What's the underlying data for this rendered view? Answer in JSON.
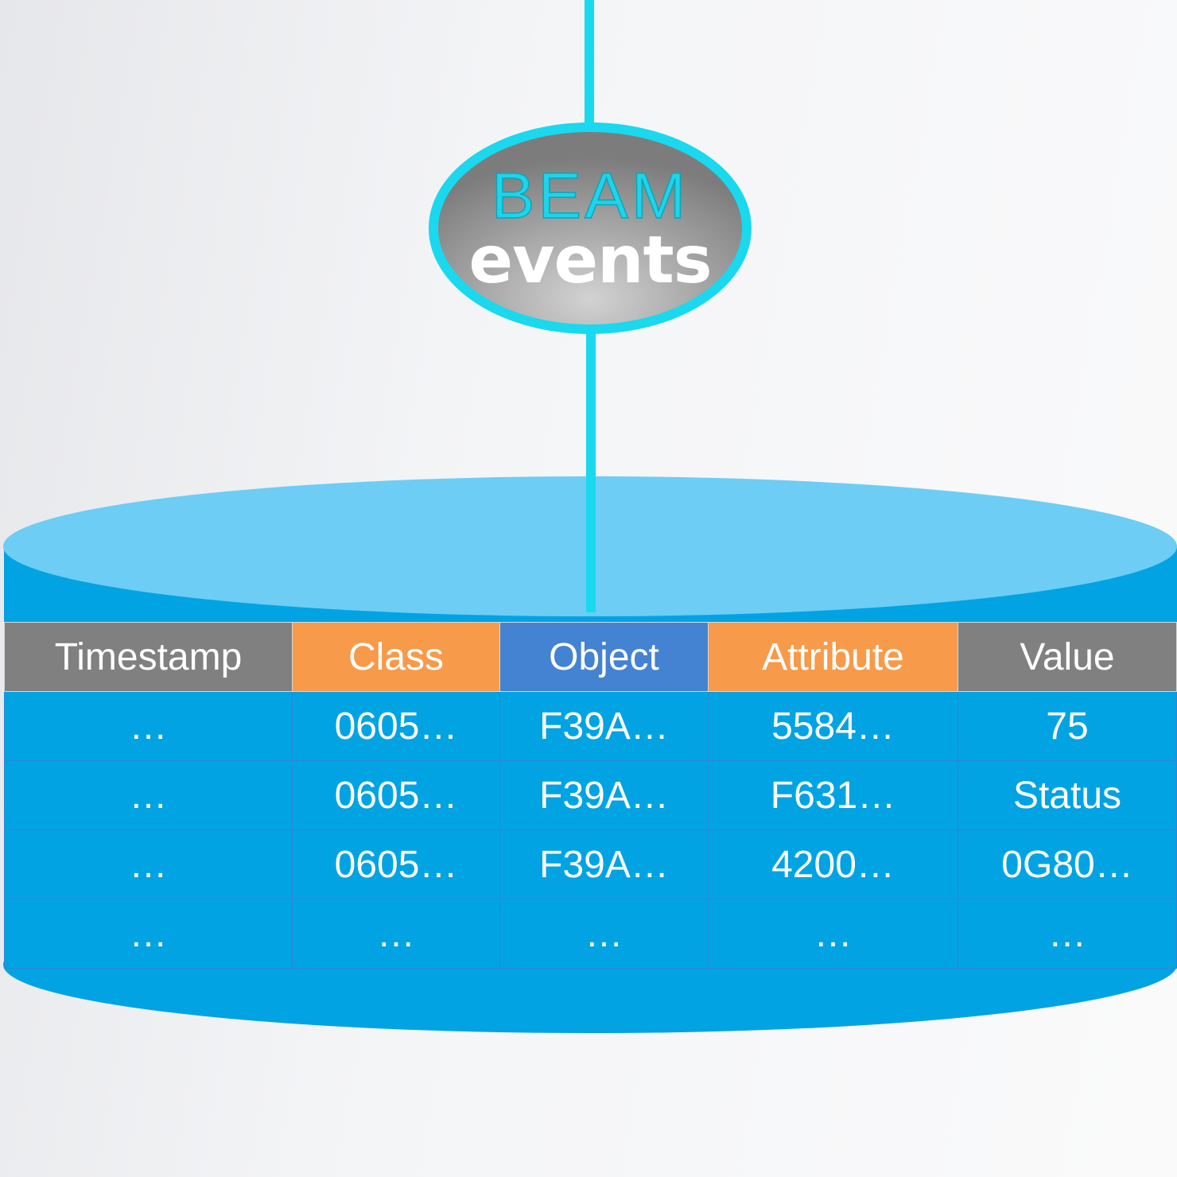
{
  "badge": {
    "title": "BEAM",
    "subtitle": "events"
  },
  "colors": {
    "cyan": "#1ad8ee",
    "cylinder_top": "#6dcdf4",
    "cylinder_body": "#02a3e3",
    "header_gray": "#808080",
    "header_orange": "#f79a4a",
    "header_blue": "#4482d2"
  },
  "table": {
    "headers": [
      "Timestamp",
      "Class",
      "Object",
      "Attribute",
      "Value"
    ],
    "rows": [
      [
        "…",
        "0605…",
        "F39A…",
        "5584…",
        "75"
      ],
      [
        "…",
        "0605…",
        "F39A…",
        "F631…",
        "Status"
      ],
      [
        "…",
        "0605…",
        "F39A…",
        "4200…",
        "0G80…"
      ],
      [
        "…",
        "…",
        "…",
        "…",
        "…"
      ]
    ]
  }
}
